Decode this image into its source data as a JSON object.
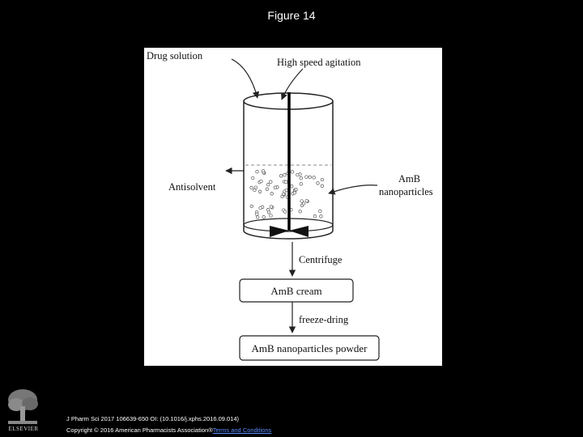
{
  "figure_title": "Figure 14",
  "diagram": {
    "labels": {
      "drug_solution": "Drug solution",
      "high_speed_agitation": "High speed agitation",
      "antisolvent": "Antisolvent",
      "amb_line1": "AmB",
      "amb_line2": "nanoparticles",
      "centrifuge": "Centrifuge",
      "freeze_dring": "freeze-dring"
    },
    "boxes": {
      "amb_cream": "AmB cream",
      "amb_powder": "AmB nanoparticles powder"
    }
  },
  "footer": {
    "publisher_logo_text": "ELSEVIER",
    "citation": "J Pharm Sci 2017 106639-650 OI: (10.1016/j.xphs.2016.09.014)",
    "copyright_prefix": "Copyright © 2016 American Pharmacists Association®",
    "terms_link": "Terms and Conditions"
  }
}
